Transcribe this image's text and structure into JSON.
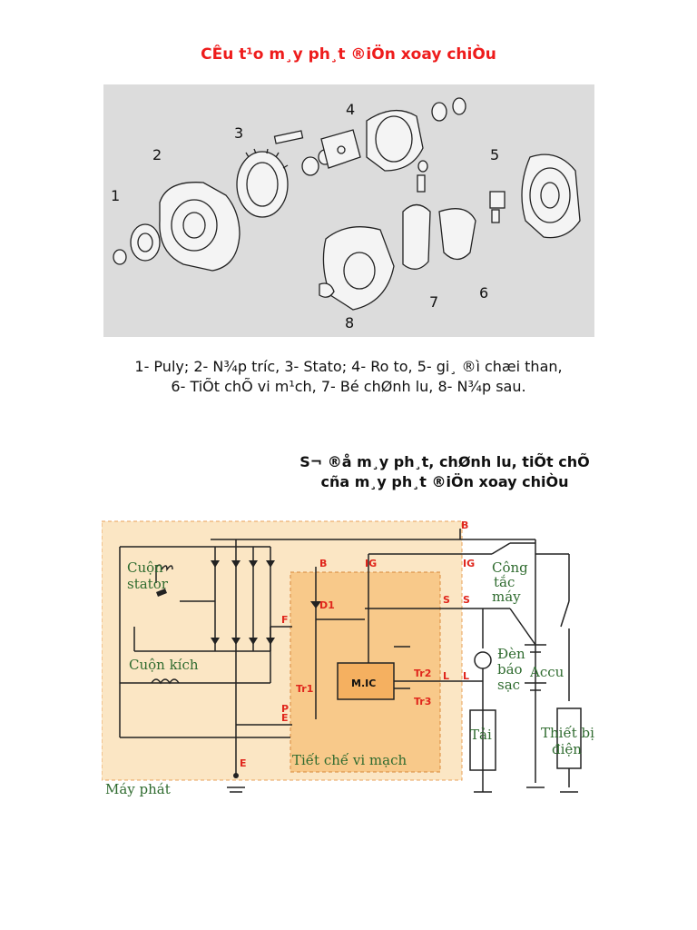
{
  "title": "CÊu t¹o m¸y ph¸t ®iÖn xoay chiÒu",
  "figure1": {
    "part_numbers": [
      "1",
      "2",
      "3",
      "4",
      "5",
      "6",
      "7",
      "8"
    ]
  },
  "caption": {
    "line1": "1- Puly; 2- N¾p tríc, 3- Stato; 4- Ro to, 5- gi¸ ®ì chæi than,",
    "line2": "6- TiÕt chÕ vi m¹ch, 7- Bé chØnh lu, 8- N¾p sau."
  },
  "subtitle": {
    "line1": "S¬ ®å m¸y ph¸t, chØnh lu, tiÕt chÕ",
    "line2": "cña m¸y ph¸t ®iÖn xoay chiÒu"
  },
  "circuit": {
    "terminals": {
      "b_top": "B",
      "b_reg": "B",
      "ig_reg": "IG",
      "ig_out": "IG",
      "s_reg": "S",
      "s_out": "S",
      "l_reg": "L",
      "l_out": "L",
      "f": "F",
      "p": "P",
      "e_reg": "E",
      "e_gen": "E"
    },
    "components": {
      "d1": "D1",
      "mic": "M.IC",
      "tr1": "Tr1",
      "tr2": "Tr2",
      "tr3": "Tr3"
    },
    "labels": {
      "stator_line1": "Cuộn",
      "stator_line2": "stator",
      "rotor": "Cuộn kích",
      "switch_line1": "Công",
      "switch_line2": "tắc",
      "switch_line3": "máy",
      "lamp_line1": "Đèn",
      "lamp_line2": "báo",
      "lamp_line3": "sạc",
      "battery": "Accu",
      "load": "Tải",
      "device_line1": "Thiết bị",
      "device_line2": "điện",
      "regulator": "Tiết chế vi mạch",
      "generator": "Máy phát"
    },
    "colors": {
      "generator_bg": "#fbe6c4",
      "regulator_bg": "#f8c98a",
      "label_red": "#e0261c",
      "label_green": "#2f6b2f"
    }
  }
}
